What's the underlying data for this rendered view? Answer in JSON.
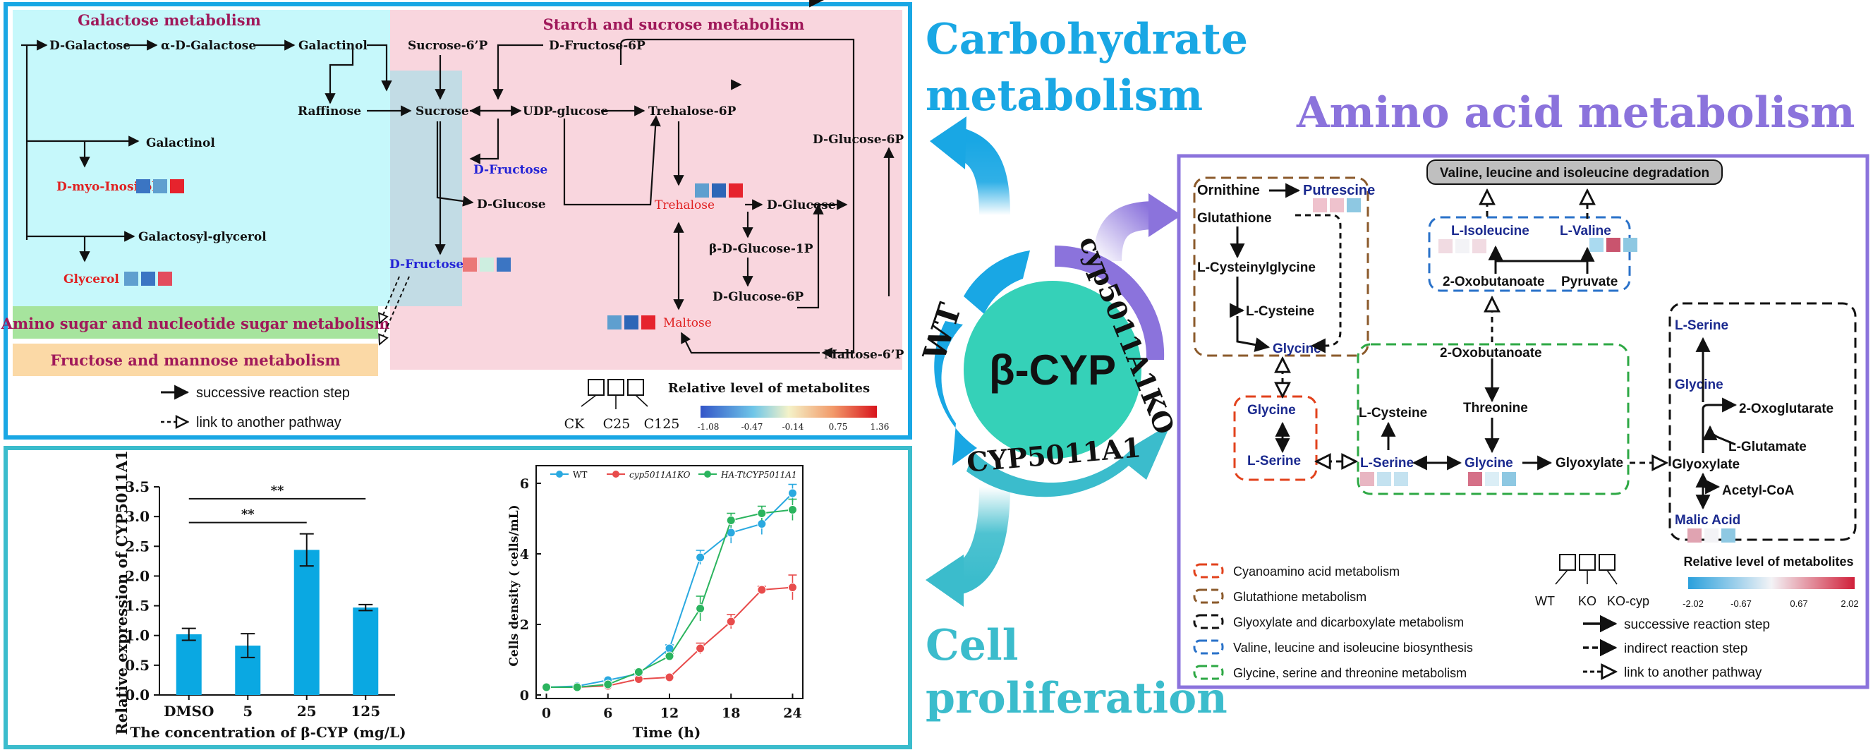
{
  "carb": {
    "galactose_title": "Galactose metabolism",
    "starch_title": "Starch and sucrose metabolism",
    "amino_sugar": "Amino sugar and nucleotide sugar metabolism",
    "fructose_mannose": "Fructose and mannose metabolism",
    "nodes": {
      "d_galactose": "D-Galactose",
      "a_d_galactose": "α-D-Galactose",
      "galactinol_top": "Galactinol",
      "raffinose": "Raffinose",
      "galactinol_mid": "Galactinol",
      "myo_inositol": "D-myo-Inositol",
      "galactosyl_glycerol": "Galactosyl-glycerol",
      "glycerol": "Glycerol",
      "sucrose6p": "Sucrose-6’P",
      "d_fructose6p": "D-Fructose-6P",
      "sucrose": "Sucrose",
      "udp_glucose": "UDP-glucose",
      "trehalose6p": "Trehalose-6P",
      "d_fructose_blue": "D-Fructose",
      "d_glucose_left": "D-Glucose",
      "d_glucose6p_right": "D-Glucose-6P",
      "trehalose": "Trehalose",
      "d_glucose_right": "D-Glucose",
      "b_d_glucose1p": "β-D-Glucose-1P",
      "d_fructose_low": "D-Fructose",
      "d_glucose6p_low": "D-Glucose-6P",
      "maltose": "Maltose",
      "maltose6p": "Maltose-6’P"
    },
    "legend": {
      "successive": "successive reaction step",
      "link": "link to another pathway",
      "groups": [
        "CK",
        "C25",
        "C125"
      ],
      "scale_title": "Relative level  of metabolites",
      "scale_ticks": [
        "-1.08",
        "-0.47",
        "-0.14",
        "0.75",
        "1.36"
      ]
    }
  },
  "center": {
    "carb_title_1": "Carbohydrate",
    "carb_title_2": "metabolism",
    "cell_title_1": "Cell",
    "cell_title_2": "proliferation",
    "amino_title": "Amino acid metabolism",
    "circle_label": "β-CYP",
    "ring_wt": "WT",
    "ring_ko": "cyp5011A1KO",
    "ring_cyp": "CYP5011A1"
  },
  "amino": {
    "degradation": "Valine, leucine and isoleucine degradation",
    "nodes": {
      "ornithine": "Ornithine",
      "putrescine": "Putrescine",
      "glutathione": "Glutathione",
      "l_cysteinylglycine": "L-Cysteinylglycine",
      "l_cysteine_a": "L-Cysteine",
      "glycine_a": "Glycine",
      "l_isoleucine": "L-Isoleucine",
      "l_valine": "L-Valine",
      "oxobutanoate_a": "2-Oxobutanoate",
      "pyruvate": "Pyruvate",
      "oxobutanoate_b": "2-Oxobutanoate",
      "glycine_b": "Glycine",
      "l_serine_b": "L-Serine",
      "l_cysteine_b": "L-Cysteine",
      "threonine": "Threonine",
      "l_serine_c": "L-Serine",
      "glycine_c": "Glycine",
      "glyoxylate_c": "Glyoxylate",
      "l_serine_d": "L-Serine",
      "glycine_d": "Glycine",
      "oxoglutarate": "2-Oxoglutarate",
      "l_glutamate": "L-Glutamate",
      "glyoxylate_d": "Glyoxylate",
      "acetyl_coa": "Acetyl-CoA",
      "malic_acid": "Malic Acid"
    },
    "legend": {
      "cyano": "Cyanoamino acid metabolism",
      "glutathione": "Glutathione metabolism",
      "glyoxylate": "Glyoxylate and dicarboxylate metabolism",
      "valine": "Valine, leucine and isoleucine biosynthesis",
      "glycine": "Glycine, serine and threonine metabolism",
      "groups": [
        "WT",
        "KO",
        "KO-cyp"
      ],
      "scale_title": "Relative level of metabolites",
      "scale_ticks": [
        "-2.02",
        "-0.67",
        "0.67",
        "2.02"
      ],
      "successive": "successive reaction step",
      "indirect": "indirect reaction step",
      "link": "link to another pathway"
    }
  },
  "bar_chart": {
    "chart_data": {
      "type": "bar",
      "categories": [
        "DMSO",
        "5",
        "25",
        "125"
      ],
      "values": [
        1.02,
        0.83,
        2.44,
        1.47
      ],
      "errors": [
        0.1,
        0.2,
        0.27,
        0.05
      ],
      "ylabel": "Relative expression of CYP5011A1",
      "xlabel": "The concentration of β-CYP (mg/L)",
      "ylim": [
        0,
        3.5
      ],
      "yticks": [
        "0.0",
        "0.5",
        "1.0",
        "1.5",
        "2.0",
        "2.5",
        "3.0",
        "3.5"
      ],
      "significance": [
        "**",
        "**"
      ],
      "color": "#0aa8e2"
    }
  },
  "line_chart": {
    "chart_data": {
      "type": "line",
      "xlabel": "Time (h)",
      "ylabel": "Cells density ( cells/mL)",
      "xlim": [
        -1,
        25
      ],
      "ylim": [
        -0.1,
        6.5
      ],
      "xticks": [
        "0",
        "6",
        "12",
        "18",
        "24"
      ],
      "yticks": [
        "0",
        "2",
        "4",
        "6"
      ],
      "series": [
        {
          "name": "WT",
          "color": "#2aa9e0",
          "x": [
            0,
            3,
            6,
            9,
            12,
            15,
            18,
            21,
            24
          ],
          "y": [
            0.22,
            0.25,
            0.42,
            0.6,
            1.32,
            3.9,
            4.6,
            4.85,
            5.72
          ],
          "err": [
            0.03,
            0.03,
            0.05,
            0.07,
            0.1,
            0.2,
            0.3,
            0.3,
            0.25
          ]
        },
        {
          "name": "cyp5011A1KO",
          "color": "#e84c4c",
          "x": [
            0,
            3,
            6,
            9,
            12,
            15,
            18,
            21,
            24
          ],
          "y": [
            0.22,
            0.22,
            0.26,
            0.45,
            0.5,
            1.32,
            2.08,
            2.98,
            3.05
          ],
          "err": [
            0.03,
            0.03,
            0.04,
            0.05,
            0.06,
            0.15,
            0.2,
            0.1,
            0.35
          ]
        },
        {
          "name": "HA-TtCYP5011A1",
          "color": "#2bb45e",
          "x": [
            0,
            3,
            6,
            9,
            12,
            15,
            18,
            21,
            24
          ],
          "y": [
            0.22,
            0.22,
            0.3,
            0.65,
            1.1,
            2.45,
            4.95,
            5.15,
            5.25
          ],
          "err": [
            0.03,
            0.03,
            0.04,
            0.06,
            0.08,
            0.35,
            0.2,
            0.2,
            0.3
          ]
        }
      ]
    }
  }
}
